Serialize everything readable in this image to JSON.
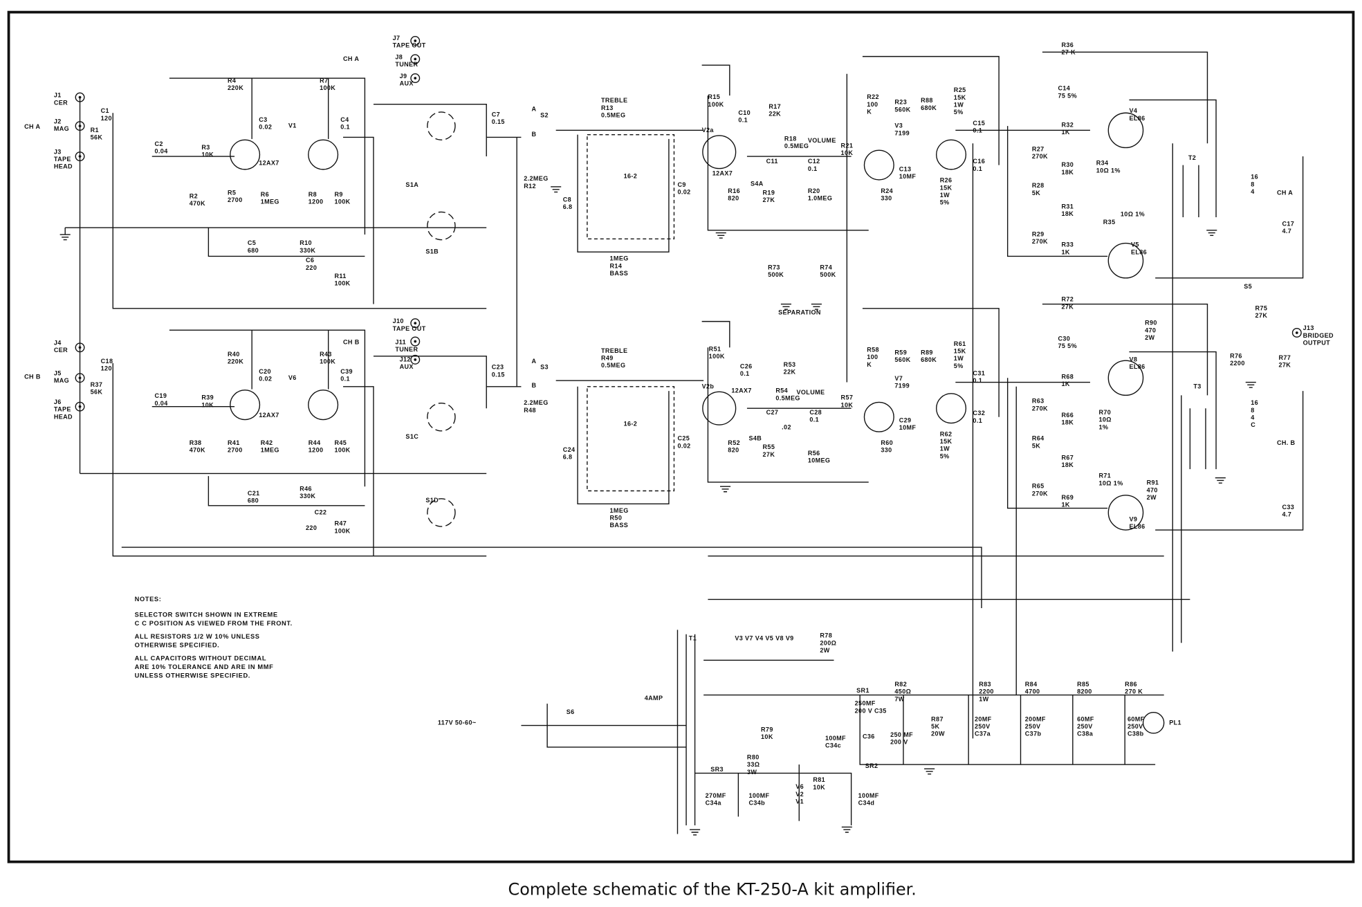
{
  "caption": "Complete schematic of the KT-250-A kit amplifier.",
  "notes": {
    "title": "NOTES:",
    "lines": [
      "SELECTOR SWITCH SHOWN IN EXTREME",
      "C C POSITION AS VIEWED FROM THE FRONT.",
      "ALL RESISTORS 1/2 W 10% UNLESS",
      "OTHERWISE SPECIFIED.",
      "ALL CAPACITORS WITHOUT DECIMAL",
      "ARE 10% TOLERANCE AND ARE IN MMF",
      "UNLESS OTHERWISE SPECIFIED."
    ]
  },
  "components": [
    {
      "ref": "J1",
      "value": [
        "CER"
      ]
    },
    {
      "ref": "J2",
      "value": [
        "MAG"
      ]
    },
    {
      "ref": "J3",
      "value": [
        "TAPE",
        "HEAD"
      ]
    },
    {
      "ref": "CH A",
      "value": []
    },
    {
      "ref": "C1",
      "value": [
        "120"
      ]
    },
    {
      "ref": "R1",
      "value": [
        "56K"
      ]
    },
    {
      "ref": "C2",
      "value": [
        "0.04"
      ]
    },
    {
      "ref": "R4",
      "value": [
        "220K"
      ]
    },
    {
      "ref": "R7",
      "value": [
        "100K"
      ]
    },
    {
      "ref": "C3",
      "value": [
        "0.02"
      ]
    },
    {
      "ref": "V1",
      "value": []
    },
    {
      "ref": "C4",
      "value": [
        "0.1"
      ]
    },
    {
      "ref": "R3",
      "value": [
        "10K"
      ]
    },
    {
      "ref": "12AX7",
      "value": []
    },
    {
      "ref": "R2",
      "value": [
        "470K"
      ]
    },
    {
      "ref": "R5",
      "value": [
        "2700"
      ]
    },
    {
      "ref": "R6",
      "value": [
        "1MEG"
      ]
    },
    {
      "ref": "R8",
      "value": [
        "1200"
      ]
    },
    {
      "ref": "R9",
      "value": [
        "100K"
      ]
    },
    {
      "ref": "C5",
      "value": [
        "680"
      ]
    },
    {
      "ref": "R10",
      "value": [
        "330K"
      ]
    },
    {
      "ref": "C6",
      "value": [
        "220"
      ]
    },
    {
      "ref": "R11",
      "value": [
        "100K"
      ]
    },
    {
      "ref": "J7",
      "value": [
        "TAPE OUT"
      ]
    },
    {
      "ref": "J8",
      "value": [
        "TUNER"
      ]
    },
    {
      "ref": "J9",
      "value": [
        "AUX"
      ]
    },
    {
      "ref": "CH A",
      "value": []
    },
    {
      "ref": "S1A",
      "value": []
    },
    {
      "ref": "S1B",
      "value": []
    },
    {
      "ref": "C7",
      "value": [
        "0.15"
      ]
    },
    {
      "ref": "A",
      "value": []
    },
    {
      "ref": "S2",
      "value": []
    },
    {
      "ref": "B",
      "value": []
    },
    {
      "ref": "TREBLE",
      "value": [
        "R13",
        "0.5MEG"
      ]
    },
    {
      "ref": "2.2MEG",
      "value": [
        "R12"
      ]
    },
    {
      "ref": "C8",
      "value": [
        "6.8"
      ]
    },
    {
      "ref": "16-2",
      "value": []
    },
    {
      "ref": "1MEG",
      "value": [
        "R14",
        "BASS"
      ]
    },
    {
      "ref": "V2a",
      "value": []
    },
    {
      "ref": "R15",
      "value": [
        "100K"
      ]
    },
    {
      "ref": "C10",
      "value": [
        "0.1"
      ]
    },
    {
      "ref": "R17",
      "value": [
        "22K"
      ]
    },
    {
      "ref": "R18",
      "value": [
        "0.5MEG"
      ]
    },
    {
      "ref": "VOLUME",
      "value": []
    },
    {
      "ref": "C11",
      "value": []
    },
    {
      "ref": "S4A",
      "value": []
    },
    {
      "ref": "C9",
      "value": [
        "0.02"
      ]
    },
    {
      "ref": "12AX7",
      "value": []
    },
    {
      "ref": "R16",
      "value": [
        "820"
      ]
    },
    {
      "ref": "R19",
      "value": [
        "27K"
      ]
    },
    {
      "ref": "C12",
      "value": [
        "0.1"
      ]
    },
    {
      "ref": "R20",
      "value": [
        "1.0MEG"
      ]
    },
    {
      "ref": "R21",
      "value": [
        "10K"
      ]
    },
    {
      "ref": "R22",
      "value": [
        "100",
        "K"
      ]
    },
    {
      "ref": "V3",
      "value": [
        "7199"
      ]
    },
    {
      "ref": "R23",
      "value": [
        "560K"
      ]
    },
    {
      "ref": "R88",
      "value": [
        "680K"
      ]
    },
    {
      "ref": "R25",
      "value": [
        "15K",
        "1W",
        "5%"
      ]
    },
    {
      "ref": "C13",
      "value": [
        "10MF"
      ]
    },
    {
      "ref": "R24",
      "value": [
        "330"
      ]
    },
    {
      "ref": "R26",
      "value": [
        "15K",
        "1W",
        "5%"
      ]
    },
    {
      "ref": "C15",
      "value": [
        "0.1"
      ]
    },
    {
      "ref": "C16",
      "value": [
        "0.1"
      ]
    },
    {
      "ref": "R36",
      "value": [
        "27 K"
      ]
    },
    {
      "ref": "C14",
      "value": [
        "75 5%"
      ]
    },
    {
      "ref": "R32",
      "value": [
        "1K"
      ]
    },
    {
      "ref": "V4",
      "value": [
        "EL86"
      ]
    },
    {
      "ref": "R27",
      "value": [
        "270K"
      ]
    },
    {
      "ref": "R30",
      "value": [
        "18K"
      ]
    },
    {
      "ref": "R34",
      "value": [
        "10Ω 1%"
      ]
    },
    {
      "ref": "R28",
      "value": [
        "5K"
      ]
    },
    {
      "ref": "R31",
      "value": [
        "18K"
      ]
    },
    {
      "ref": "10Ω 1%",
      "value": []
    },
    {
      "ref": "R35",
      "value": []
    },
    {
      "ref": "R29",
      "value": [
        "270K"
      ]
    },
    {
      "ref": "R33",
      "value": [
        "1K"
      ]
    },
    {
      "ref": "V5",
      "value": [
        "EL86"
      ]
    },
    {
      "ref": "T2",
      "value": []
    },
    {
      "ref": "16",
      "value": [
        "8",
        "4"
      ]
    },
    {
      "ref": "CH A",
      "value": []
    },
    {
      "ref": "C17",
      "value": [
        "4.7"
      ]
    },
    {
      "ref": "S5",
      "value": []
    },
    {
      "ref": "R73",
      "value": [
        "500K"
      ]
    },
    {
      "ref": "R74",
      "value": [
        "500K"
      ]
    },
    {
      "ref": "SEPARATION",
      "value": []
    },
    {
      "ref": "J4",
      "value": [
        "CER"
      ]
    },
    {
      "ref": "J5",
      "value": [
        "MAG"
      ]
    },
    {
      "ref": "J6",
      "value": [
        "TAPE",
        "HEAD"
      ]
    },
    {
      "ref": "CH B",
      "value": []
    },
    {
      "ref": "C18",
      "value": [
        "120"
      ]
    },
    {
      "ref": "R37",
      "value": [
        "56K"
      ]
    },
    {
      "ref": "C19",
      "value": [
        "0.04"
      ]
    },
    {
      "ref": "R40",
      "value": [
        "220K"
      ]
    },
    {
      "ref": "R43",
      "value": [
        "100K"
      ]
    },
    {
      "ref": "C20",
      "value": [
        "0.02"
      ]
    },
    {
      "ref": "V6",
      "value": []
    },
    {
      "ref": "C39",
      "value": [
        "0.1"
      ]
    },
    {
      "ref": "R39",
      "value": [
        "10K"
      ]
    },
    {
      "ref": "12AX7",
      "value": []
    },
    {
      "ref": "R38",
      "value": [
        "470K"
      ]
    },
    {
      "ref": "R41",
      "value": [
        "2700"
      ]
    },
    {
      "ref": "R42",
      "value": [
        "1MEG"
      ]
    },
    {
      "ref": "R44",
      "value": [
        "1200"
      ]
    },
    {
      "ref": "R45",
      "value": [
        "100K"
      ]
    },
    {
      "ref": "C21",
      "value": [
        "680"
      ]
    },
    {
      "ref": "R46",
      "value": [
        "330K"
      ]
    },
    {
      "ref": "C22",
      "value": []
    },
    {
      "ref": "220",
      "value": []
    },
    {
      "ref": "R47",
      "value": [
        "100K"
      ]
    },
    {
      "ref": "CH B",
      "value": []
    },
    {
      "ref": "J10",
      "value": [
        "TAPE OUT"
      ]
    },
    {
      "ref": "J11",
      "value": [
        "TUNER"
      ]
    },
    {
      "ref": "J12",
      "value": [
        "AUX"
      ]
    },
    {
      "ref": "S1C",
      "value": []
    },
    {
      "ref": "S1D",
      "value": []
    },
    {
      "ref": "C23",
      "value": [
        "0.15"
      ]
    },
    {
      "ref": "A",
      "value": []
    },
    {
      "ref": "S3",
      "value": []
    },
    {
      "ref": "B",
      "value": []
    },
    {
      "ref": "TREBLE",
      "value": [
        "R49",
        "0.5MEG"
      ]
    },
    {
      "ref": "2.2MEG",
      "value": [
        "R48"
      ]
    },
    {
      "ref": "C24",
      "value": [
        "6.8"
      ]
    },
    {
      "ref": "16-2",
      "value": []
    },
    {
      "ref": "1MEG",
      "value": [
        "R50",
        "BASS"
      ]
    },
    {
      "ref": "V2b",
      "value": []
    },
    {
      "ref": "R51",
      "value": [
        "100K"
      ]
    },
    {
      "ref": "C26",
      "value": [
        "0.1"
      ]
    },
    {
      "ref": "R53",
      "value": [
        "22K"
      ]
    },
    {
      "ref": "12AX7",
      "value": []
    },
    {
      "ref": "R54",
      "value": [
        "0.5MEG"
      ]
    },
    {
      "ref": "VOLUME",
      "value": []
    },
    {
      "ref": "C27",
      "value": []
    },
    {
      "ref": ".02",
      "value": []
    },
    {
      "ref": "S4B",
      "value": []
    },
    {
      "ref": "C25",
      "value": [
        "0.02"
      ]
    },
    {
      "ref": "R52",
      "value": [
        "820"
      ]
    },
    {
      "ref": "R55",
      "value": [
        "27K"
      ]
    },
    {
      "ref": "C28",
      "value": [
        "0.1"
      ]
    },
    {
      "ref": "R56",
      "value": [
        "10MEG"
      ]
    },
    {
      "ref": "R57",
      "value": [
        "10K"
      ]
    },
    {
      "ref": "R58",
      "value": [
        "100",
        "K"
      ]
    },
    {
      "ref": "R59",
      "value": [
        "560K"
      ]
    },
    {
      "ref": "R89",
      "value": [
        "680K"
      ]
    },
    {
      "ref": "V7",
      "value": [
        "7199"
      ]
    },
    {
      "ref": "R61",
      "value": [
        "15K",
        "1W",
        "5%"
      ]
    },
    {
      "ref": "C29",
      "value": [
        "10MF"
      ]
    },
    {
      "ref": "R60",
      "value": [
        "330"
      ]
    },
    {
      "ref": "R62",
      "value": [
        "15K",
        "1W",
        "5%"
      ]
    },
    {
      "ref": "C31",
      "value": [
        "0.1"
      ]
    },
    {
      "ref": "C32",
      "value": [
        "0.1"
      ]
    },
    {
      "ref": "R72",
      "value": [
        "27K"
      ]
    },
    {
      "ref": "C30",
      "value": [
        "75 5%"
      ]
    },
    {
      "ref": "R68",
      "value": [
        "1K"
      ]
    },
    {
      "ref": "V8",
      "value": [
        "EL86"
      ]
    },
    {
      "ref": "R63",
      "value": [
        "270K"
      ]
    },
    {
      "ref": "R66",
      "value": [
        "18K"
      ]
    },
    {
      "ref": "R70",
      "value": [
        "10Ω",
        "1%"
      ]
    },
    {
      "ref": "R64",
      "value": [
        "5K"
      ]
    },
    {
      "ref": "R67",
      "value": [
        "18K"
      ]
    },
    {
      "ref": "R71",
      "value": [
        "10Ω 1%"
      ]
    },
    {
      "ref": "R65",
      "value": [
        "270K"
      ]
    },
    {
      "ref": "R69",
      "value": [
        "1K"
      ]
    },
    {
      "ref": "V9",
      "value": [
        "EL86"
      ]
    },
    {
      "ref": "T3",
      "value": []
    },
    {
      "ref": "16",
      "value": [
        "8",
        "4",
        "C"
      ]
    },
    {
      "ref": "CH. B",
      "value": []
    },
    {
      "ref": "R90",
      "value": [
        "470",
        "2W"
      ]
    },
    {
      "ref": "R91",
      "value": [
        "470",
        "2W"
      ]
    },
    {
      "ref": "R75",
      "value": [
        "27K"
      ]
    },
    {
      "ref": "J13",
      "value": [
        "BRIDGED",
        "OUTPUT"
      ]
    },
    {
      "ref": "R76",
      "value": [
        "2200"
      ]
    },
    {
      "ref": "R77",
      "value": [
        "27K"
      ]
    },
    {
      "ref": "C33",
      "value": [
        "4.7"
      ]
    },
    {
      "ref": "T1",
      "value": []
    },
    {
      "ref": "V3 V7 V4 V5 V8 V9",
      "value": []
    },
    {
      "ref": "R78",
      "value": [
        "200Ω",
        "2W"
      ]
    },
    {
      "ref": "SR1",
      "value": []
    },
    {
      "ref": "R82",
      "value": [
        "450Ω",
        "7W"
      ]
    },
    {
      "ref": "R83",
      "value": [
        "2200",
        "1W"
      ]
    },
    {
      "ref": "R84",
      "value": [
        "4700"
      ]
    },
    {
      "ref": "R85",
      "value": [
        "8200"
      ]
    },
    {
      "ref": "R86",
      "value": [
        "270 K"
      ]
    },
    {
      "ref": "250MF",
      "value": [
        "200 V  C35"
      ]
    },
    {
      "ref": "C36",
      "value": []
    },
    {
      "ref": "250 MF",
      "value": [
        "200 V"
      ]
    },
    {
      "ref": "R87",
      "value": [
        "5K",
        "20W"
      ]
    },
    {
      "ref": "20MF",
      "value": [
        "250V",
        "C37a"
      ]
    },
    {
      "ref": "200MF",
      "value": [
        "250V",
        "C37b"
      ]
    },
    {
      "ref": "60MF",
      "value": [
        "250V",
        "C38a"
      ]
    },
    {
      "ref": "60MF",
      "value": [
        "250V",
        "C38b"
      ]
    },
    {
      "ref": "PL1",
      "value": []
    },
    {
      "ref": "SR2",
      "value": []
    },
    {
      "ref": "R79",
      "value": [
        "10K"
      ]
    },
    {
      "ref": "100MF",
      "value": [
        "C34c"
      ]
    },
    {
      "ref": "R80",
      "value": [
        "33Ω",
        "3W"
      ]
    },
    {
      "ref": "SR3",
      "value": []
    },
    {
      "ref": "270MF",
      "value": [
        "C34a"
      ]
    },
    {
      "ref": "100MF",
      "value": [
        "C34b"
      ]
    },
    {
      "ref": "V6",
      "value": [
        "V2",
        "V1"
      ]
    },
    {
      "ref": "R81",
      "value": [
        "10K"
      ]
    },
    {
      "ref": "100MF",
      "value": [
        "C34d"
      ]
    },
    {
      "ref": "S6",
      "value": []
    },
    {
      "ref": "4AMP",
      "value": []
    },
    {
      "ref": "117V 50-60~",
      "value": []
    }
  ]
}
